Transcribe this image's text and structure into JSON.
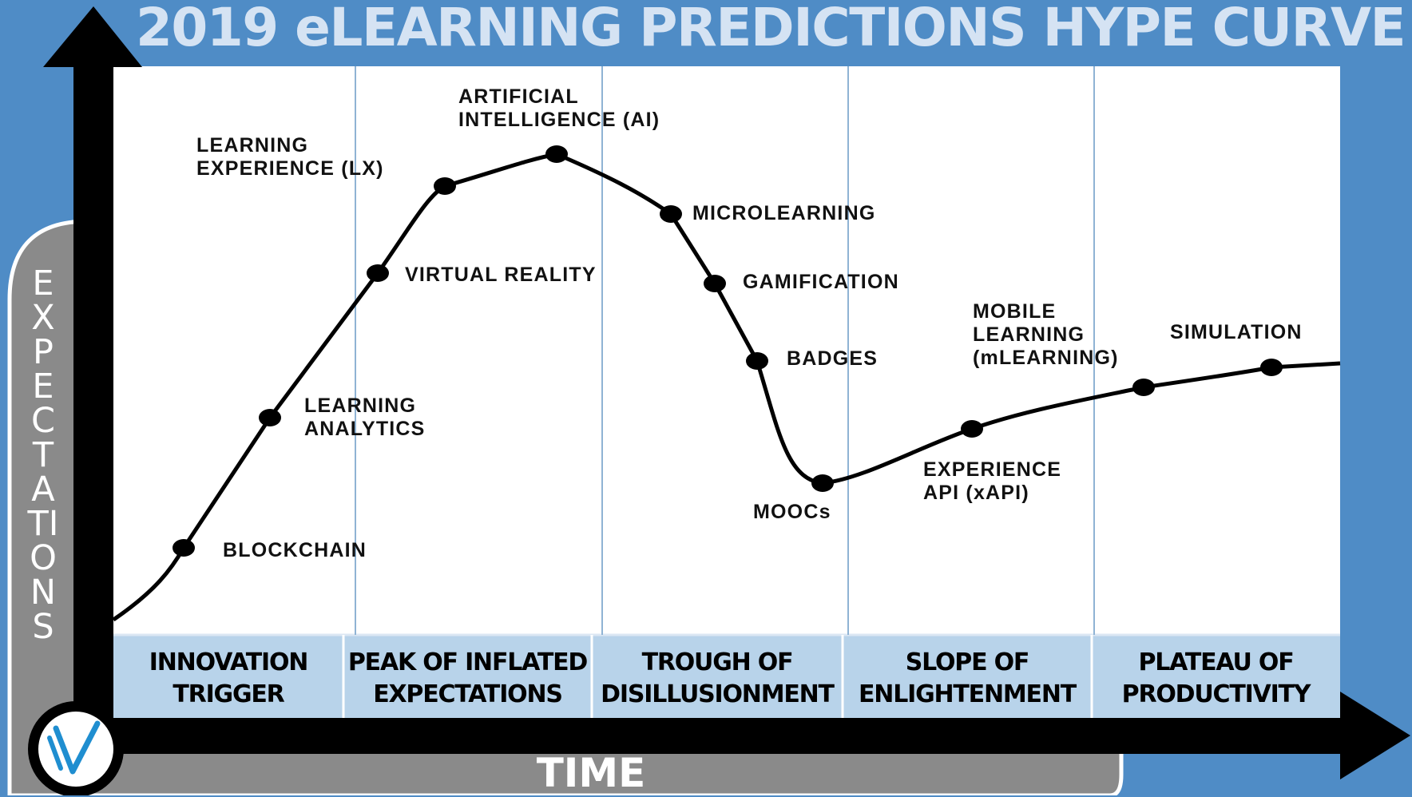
{
  "title": "2019 eLEARNING PREDICTIONS HYPE CURVE",
  "y_axis_label": "EXPECTATIONS",
  "x_axis_label": "TIME",
  "phases": [
    "INNOVATION\nTRIGGER",
    "PEAK OF INFLATED\nEXPECTATIONS",
    "TROUGH OF\nDISILLUSIONMENT",
    "SLOPE OF\nENLIGHTENMENT",
    "PLATEAU OF\nPRODUCTIVITY"
  ],
  "points": [
    "BLOCKCHAIN",
    "LEARNING\nANALYTICS",
    "VIRTUAL REALITY",
    "LEARNING\nEXPERIENCE (LX)",
    "ARTIFICIAL\nINTELLIGENCE (AI)",
    "MICROLEARNING",
    "GAMIFICATION",
    "BADGES",
    "MOOCs",
    "EXPERIENCE\nAPI (xAPI)",
    "MOBILE\nLEARNING\n(mLEARNING)",
    "SIMULATION"
  ],
  "colors": {
    "background": "#4f8cc6",
    "title": "#d5e3f3",
    "plot_area": "#ffffff",
    "phase_band": "#b8d3ea",
    "axis": "#000000",
    "label_panel": "#8a8a8a"
  },
  "logo_icon": "w-logo-icon"
}
